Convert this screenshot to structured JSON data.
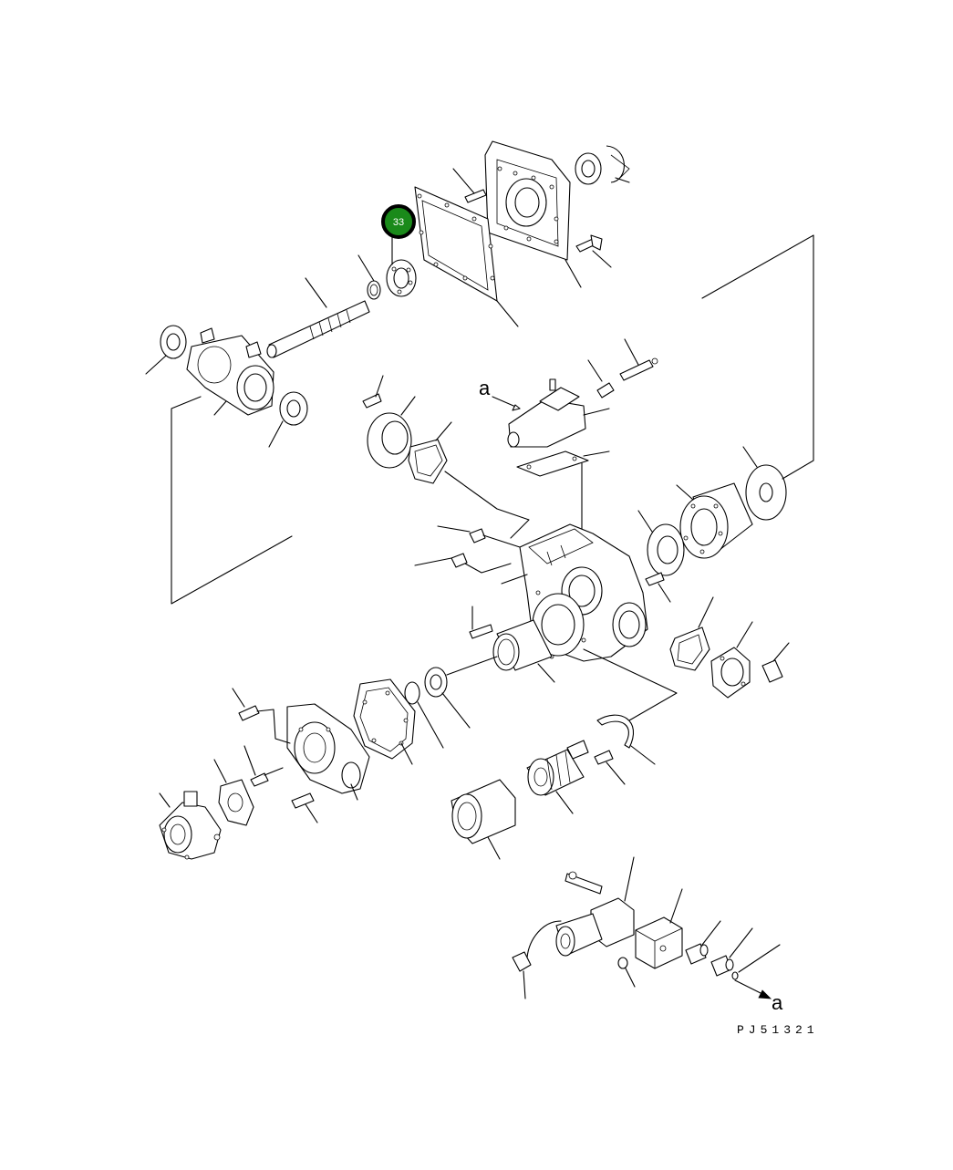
{
  "callout": {
    "number": "33",
    "fill_color": "#1a8a1a",
    "ring_color": "#000000"
  },
  "labels": {
    "connector_top": "a",
    "connector_bottom": "a"
  },
  "drawing_code": "PJ51321"
}
